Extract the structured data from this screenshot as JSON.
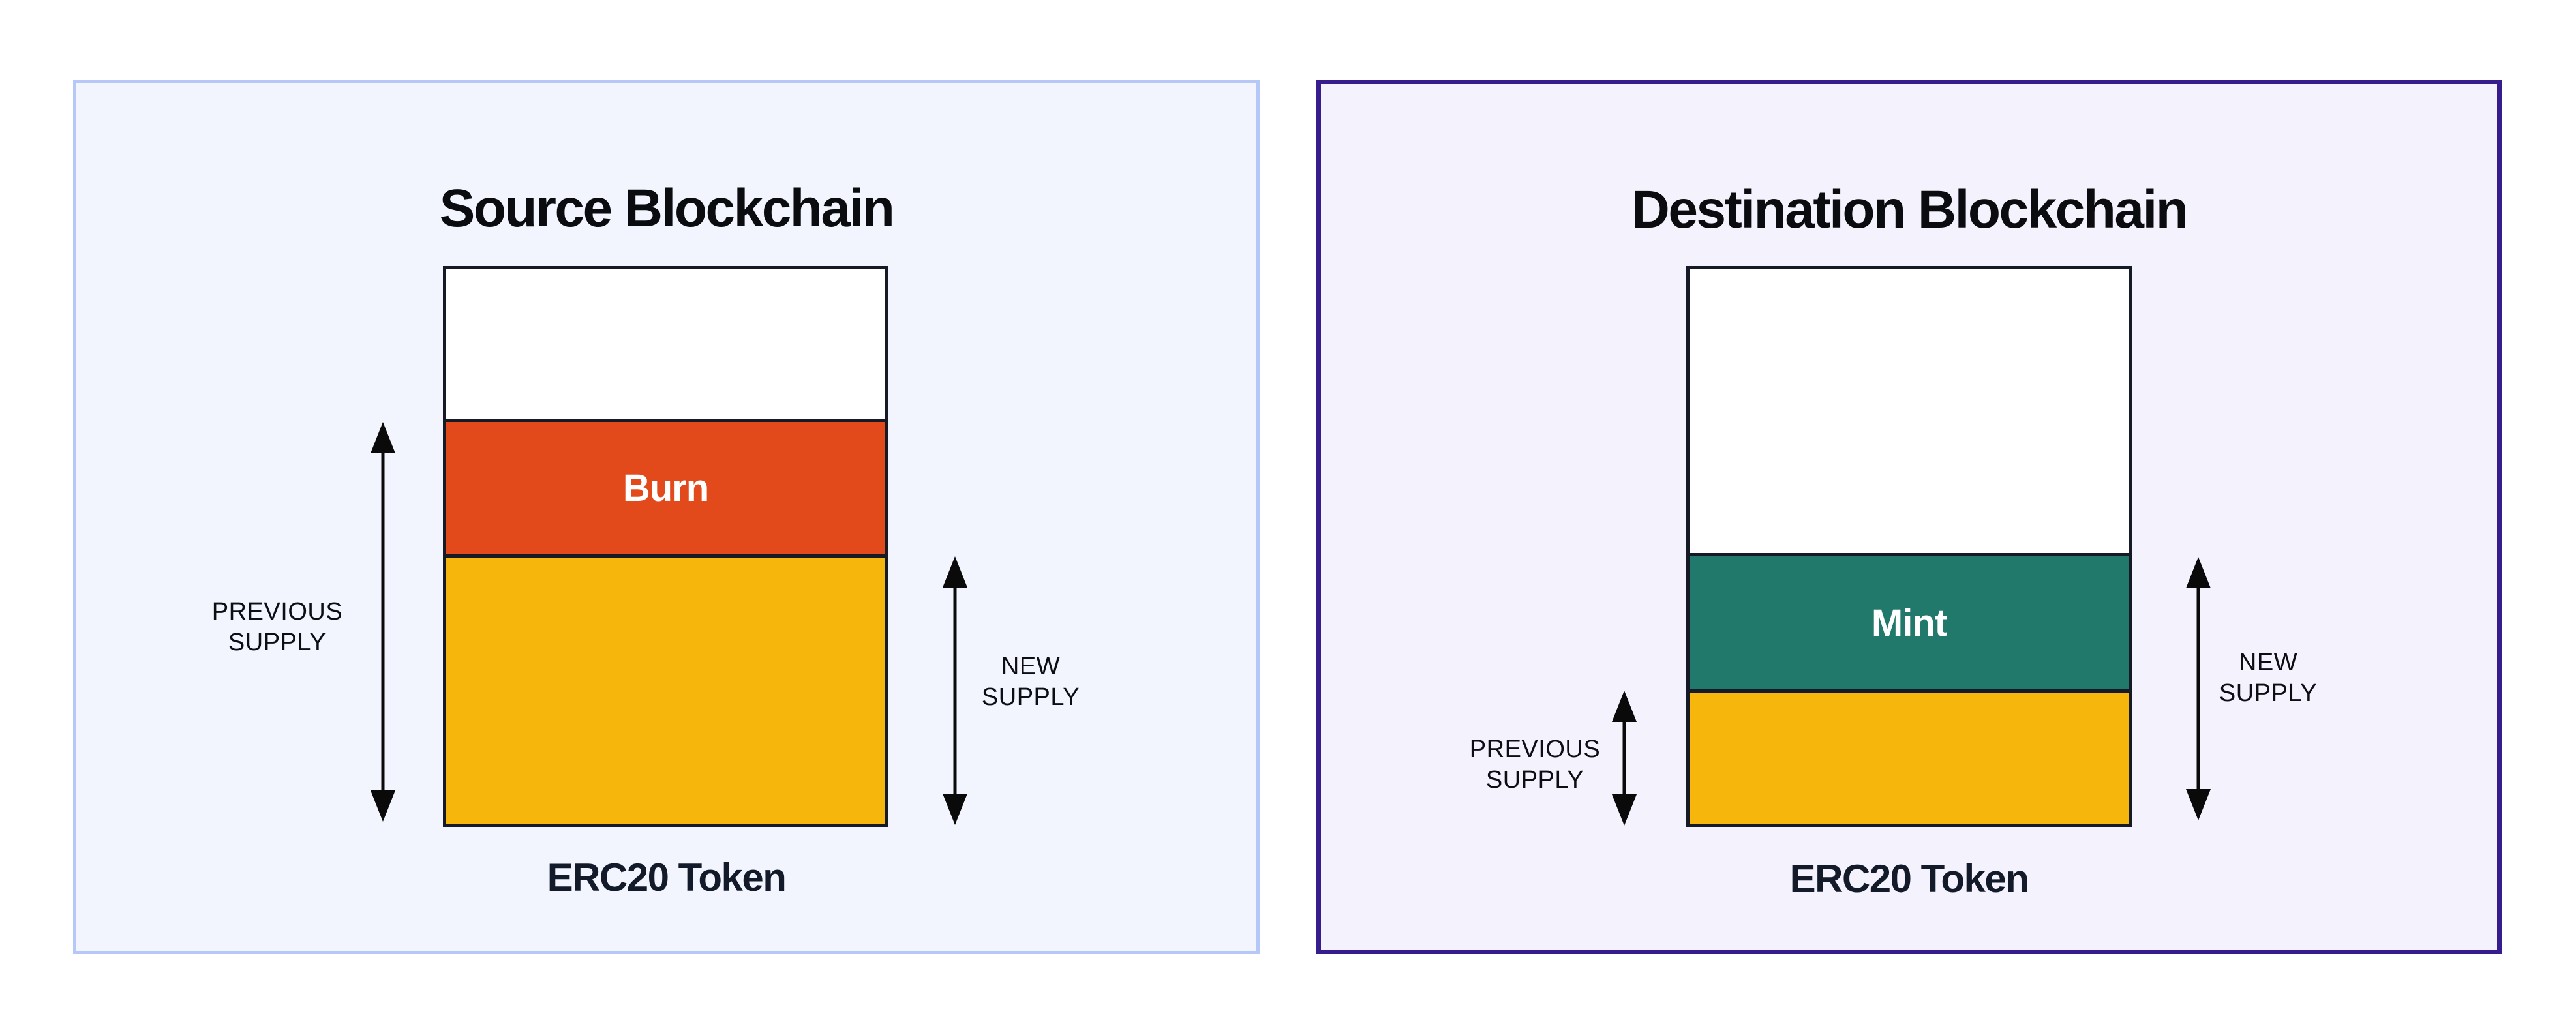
{
  "colors": {
    "canvas_bg": "#FFFFFF",
    "bar_outline": "#151A26",
    "arrow": "#0A0A0A",
    "burn": "#E2491B",
    "mint": "#21796C",
    "supply_yellow": "#F6B60B",
    "source_panel_border": "#B5C8F8",
    "source_panel_bg": "#F2F5FD",
    "dest_panel_border": "#371C8E",
    "dest_panel_bg": "#F4F2FC"
  },
  "panels": [
    {
      "title": "Source Blockchain",
      "caption": "ERC20 Token",
      "panel_bg": "#F2F5FD",
      "panel_border": "#B5C8F8",
      "bar": {
        "sections": [
          {
            "name": "headroom",
            "label": "",
            "color": "#FFFFFF"
          },
          {
            "name": "burn",
            "label": "Burn",
            "color": "#E2491B"
          },
          {
            "name": "remaining-supply",
            "label": "",
            "color": "#F6B60B"
          }
        ]
      },
      "left_measure_label": "PREVIOUS\nSUPPLY",
      "right_measure_label": "NEW\nSUPPLY"
    },
    {
      "title": "Destination Blockchain",
      "caption": "ERC20 Token",
      "panel_bg": "#F4F2FC",
      "panel_border": "#371C8E",
      "bar": {
        "sections": [
          {
            "name": "headroom",
            "label": "",
            "color": "#FFFFFF"
          },
          {
            "name": "mint",
            "label": "Mint",
            "color": "#21796C"
          },
          {
            "name": "previous-supply",
            "label": "",
            "color": "#F6B60B"
          }
        ]
      },
      "left_measure_label": "PREVIOUS\nSUPPLY",
      "right_measure_label": "NEW\nSUPPLY"
    }
  ]
}
